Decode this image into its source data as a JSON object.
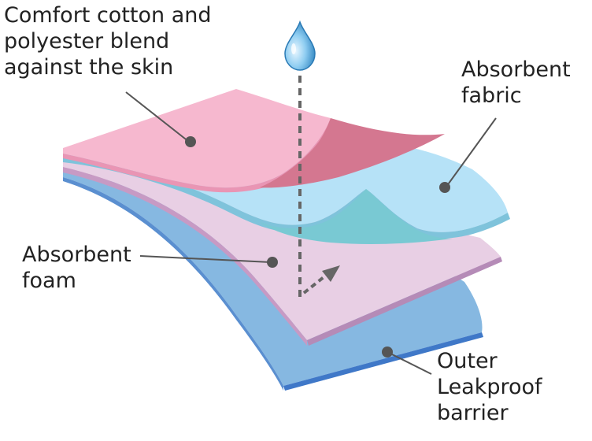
{
  "labels": {
    "top_layer": [
      "Comfort cotton and",
      "polyester blend",
      "against the skin"
    ],
    "fabric": [
      "Absorbent",
      "fabric"
    ],
    "foam": [
      "Absorbent",
      "foam"
    ],
    "barrier": [
      "Outer",
      "Leakproof",
      "barrier"
    ]
  },
  "colors": {
    "top_layer": "#f6b8cf",
    "top_layer_fold": "#d47790",
    "fabric": "#b6e2f7",
    "fabric_fold": "#79c9d3",
    "foam": "#e8cfe4",
    "foam_edge": "#c79ac4",
    "barrier": "#86b8e1",
    "barrier_edge": "#3f78c8",
    "drop": "#3a8fc9",
    "arrow": "#666666",
    "leader": "#555555"
  },
  "icons": {
    "drop": "water-drop-icon"
  }
}
